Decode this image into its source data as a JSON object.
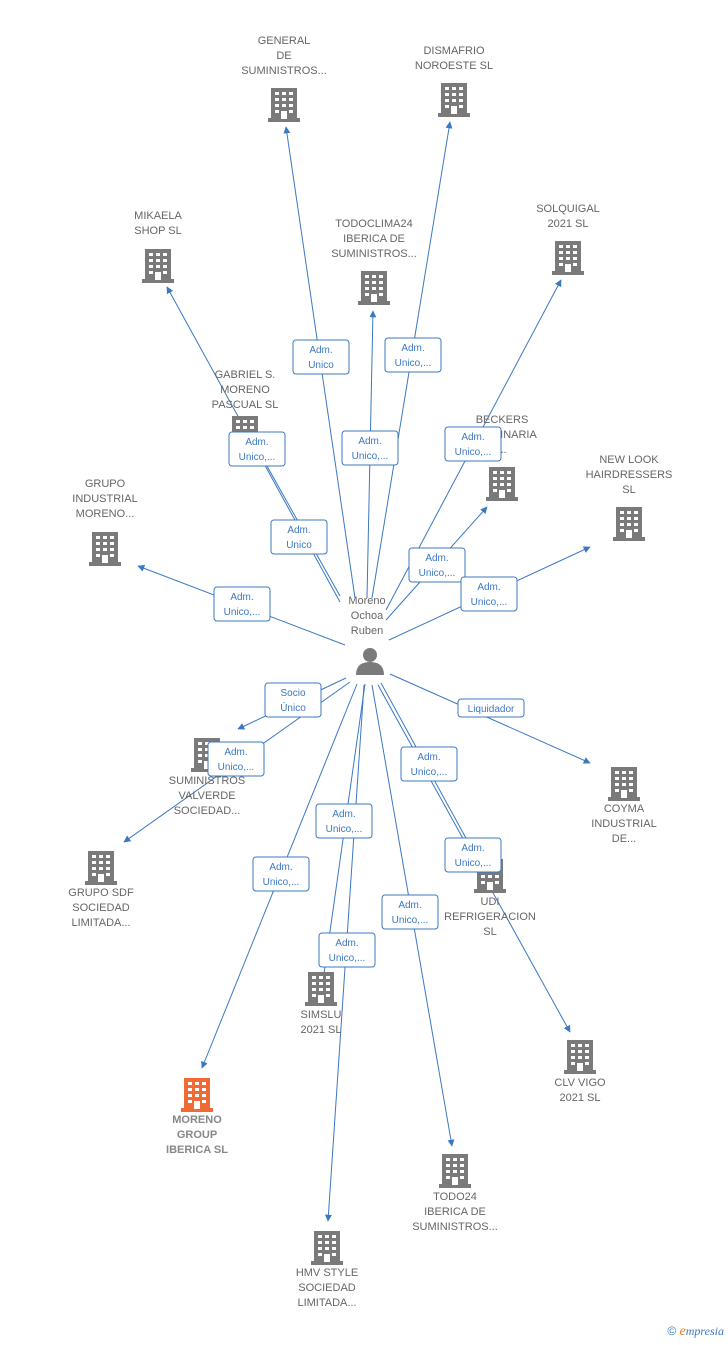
{
  "colors": {
    "edge": "#3b78c2",
    "building": "#7a7a7a",
    "highlight": "#f06a35",
    "person": "#7a7a7a"
  },
  "center": {
    "label_lines": [
      "Moreno",
      "Ochoa",
      "Ruben"
    ]
  },
  "nodes": [
    {
      "id": "general",
      "label_lines": [
        "GENERAL",
        "DE",
        "SUMINISTROS..."
      ]
    },
    {
      "id": "dismafrio",
      "label_lines": [
        "DISMAFRIO",
        "NOROESTE  SL"
      ]
    },
    {
      "id": "mikaela",
      "label_lines": [
        "MIKAELA",
        "SHOP  SL"
      ]
    },
    {
      "id": "todoclima",
      "label_lines": [
        "TODOCLIMA24",
        "IBERICA DE",
        "SUMINISTROS..."
      ]
    },
    {
      "id": "solquigal",
      "label_lines": [
        "SOLQUIGAL",
        "2021  SL"
      ]
    },
    {
      "id": "gabriel",
      "label_lines": [
        "GABRIEL S.",
        "MORENO",
        "PASCUAL  SL"
      ]
    },
    {
      "id": "beckers",
      "label_lines": [
        "BECKERS",
        "MAQUINARIA",
        "..."
      ]
    },
    {
      "id": "newlook",
      "label_lines": [
        "NEW LOOK",
        "HAIRDRESSERS",
        "SL"
      ]
    },
    {
      "id": "grupoind",
      "label_lines": [
        "GRUPO",
        "INDUSTRIAL",
        "MORENO..."
      ]
    },
    {
      "id": "suministros",
      "label_lines": [
        "SUMINISTROS",
        "VALVERDE",
        "SOCIEDAD..."
      ]
    },
    {
      "id": "coyma",
      "label_lines": [
        "COYMA",
        "INDUSTRIAL",
        "DE..."
      ]
    },
    {
      "id": "gruposdf",
      "label_lines": [
        "GRUPO SDF",
        "SOCIEDAD",
        "LIMITADA..."
      ]
    },
    {
      "id": "udi",
      "label_lines": [
        "UDI",
        "REFRIGERACION",
        "SL"
      ]
    },
    {
      "id": "simslu",
      "label_lines": [
        "SIMSLU",
        "2021  SL"
      ]
    },
    {
      "id": "clvvigo",
      "label_lines": [
        "CLV VIGO",
        "2021  SL"
      ]
    },
    {
      "id": "morenogroup",
      "label_lines": [
        "MORENO",
        "GROUP",
        "IBERICA  SL"
      ]
    },
    {
      "id": "todo24",
      "label_lines": [
        "TODO24",
        "IBERICA DE",
        "SUMINISTROS..."
      ]
    },
    {
      "id": "hmv",
      "label_lines": [
        "HMV STYLE",
        "SOCIEDAD",
        "LIMITADA..."
      ]
    }
  ],
  "edges": [
    {
      "to": "general",
      "label_lines": [
        "Adm.",
        "Unico"
      ]
    },
    {
      "to": "dismafrio",
      "label_lines": [
        "Adm.",
        "Unico,..."
      ]
    },
    {
      "to": "mikaela",
      "label_lines": [
        "Adm.",
        "Unico,..."
      ]
    },
    {
      "to": "todoclima",
      "label_lines": [
        "Adm.",
        "Unico,..."
      ]
    },
    {
      "to": "solquigal",
      "label_lines": [
        "Adm.",
        "Unico,..."
      ]
    },
    {
      "to": "gabriel",
      "label_lines": [
        "Adm.",
        "Unico"
      ]
    },
    {
      "to": "beckers",
      "label_lines": [
        "Adm.",
        "Unico,..."
      ]
    },
    {
      "to": "newlook",
      "label_lines": [
        "Adm.",
        "Unico,..."
      ]
    },
    {
      "to": "grupoind",
      "label_lines": [
        "Adm.",
        "Unico,..."
      ]
    },
    {
      "to": "suministros",
      "label_lines": [
        "Socio",
        "Único"
      ]
    },
    {
      "to": "gruposdf",
      "label_lines": [
        "Adm.",
        "Unico,..."
      ]
    },
    {
      "to": "coyma",
      "label_lines": [
        "Liquidador"
      ]
    },
    {
      "to": "udi",
      "label_lines": [
        "Adm.",
        "Unico,..."
      ]
    },
    {
      "to": "simslu",
      "label_lines": [
        "Adm.",
        "Unico,..."
      ]
    },
    {
      "to": "clvvigo",
      "label_lines": [
        "Adm.",
        "Unico,..."
      ]
    },
    {
      "to": "morenogroup",
      "label_lines": [
        "Adm.",
        "Unico,..."
      ]
    },
    {
      "to": "todo24",
      "label_lines": [
        "Adm.",
        "Unico,..."
      ]
    },
    {
      "to": "hmv",
      "label_lines": [
        "Adm.",
        "Unico,..."
      ]
    }
  ],
  "footer": {
    "copyright": "©",
    "brand_initial": "e",
    "brand_rest": "mpresia"
  }
}
